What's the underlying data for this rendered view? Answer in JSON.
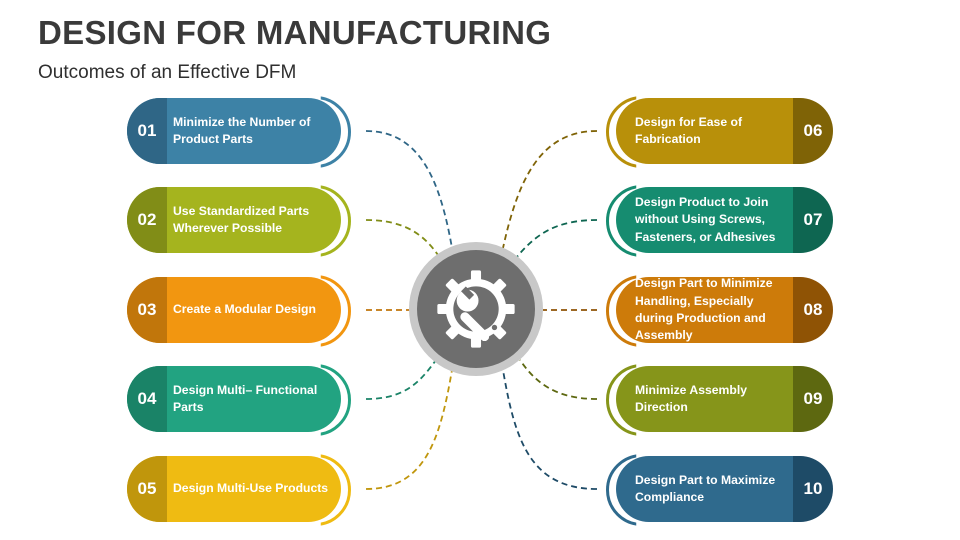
{
  "header": {
    "title": "DESIGN FOR MANUFACTURING",
    "subtitle": "Outcomes of an Effective DFM"
  },
  "hub": {
    "icon": "gear-wrench-icon"
  },
  "items": [
    {
      "num": "01",
      "text": "Minimize the Number of Product Parts",
      "color": "#3d82a6",
      "dark": "#2f6686"
    },
    {
      "num": "02",
      "text": "Use Standardized Parts Wherever Possible",
      "color": "#a5b41e",
      "dark": "#818d17"
    },
    {
      "num": "03",
      "text": "Create a Modular Design",
      "color": "#f29610",
      "dark": "#c1760b"
    },
    {
      "num": "04",
      "text": "Design Multi– Functional Parts",
      "color": "#22a381",
      "dark": "#1a8367"
    },
    {
      "num": "05",
      "text": "Design Multi-Use Products",
      "color": "#efbb12",
      "dark": "#c0960c"
    },
    {
      "num": "06",
      "text": "Design for Ease of Fabrication",
      "color": "#b8900a",
      "dark": "#7f6306"
    },
    {
      "num": "07",
      "text": "Design Product to Join without Using Screws, Fasteners, or Adhesives",
      "color": "#168c70",
      "dark": "#0e6651"
    },
    {
      "num": "08",
      "text": "Design Part to Minimize Handling, Especially during Production and Assembly",
      "color": "#cd7b0a",
      "dark": "#8f5305"
    },
    {
      "num": "09",
      "text": "Minimize Assembly Direction",
      "color": "#86951a",
      "dark": "#5d6810"
    },
    {
      "num": "10",
      "text": "Design Part to Maximize Compliance",
      "color": "#2f6a8d",
      "dark": "#1e4b67"
    }
  ]
}
